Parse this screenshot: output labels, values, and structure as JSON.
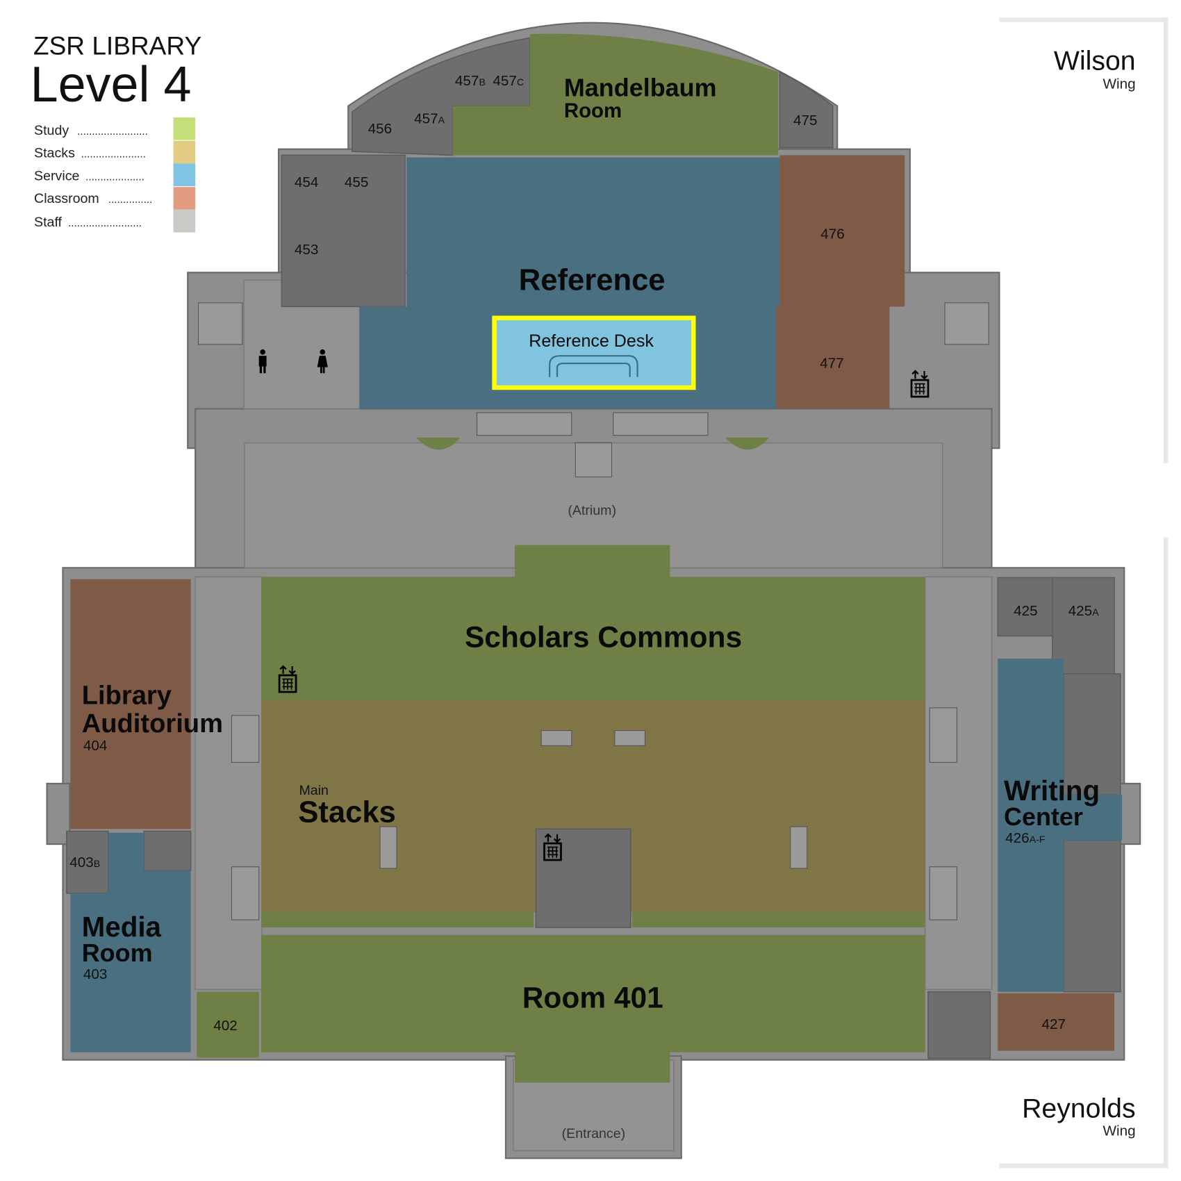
{
  "title": {
    "library": "ZSR LIBRARY",
    "level": "Level 4"
  },
  "legend": [
    {
      "label": "Study",
      "dots": "........................",
      "color": "#c5e07a"
    },
    {
      "label": "Stacks",
      "dots": "......................",
      "color": "#e1cc82"
    },
    {
      "label": "Service",
      "dots": "....................",
      "color": "#7fc4e3"
    },
    {
      "label": "Classroom",
      "dots": "...............",
      "color": "#e39c80"
    },
    {
      "label": "Staff",
      "dots": ".........................",
      "color": "#cbc9c6"
    }
  ],
  "wings": {
    "wilson": {
      "name": "Wilson",
      "sub": "Wing"
    },
    "reynolds": {
      "name": "Reynolds",
      "sub": "Wing"
    }
  },
  "rooms": {
    "mandelbaum": {
      "line1": "Mandelbaum",
      "line2": "Room"
    },
    "reference": "Reference",
    "reference_desk": "Reference Desk",
    "atrium": "(Atrium)",
    "scholars_commons": "Scholars Commons",
    "main_stacks": {
      "small": "Main",
      "big": "Stacks"
    },
    "room_401": "Room 401",
    "entrance": "(Entrance)",
    "library_auditorium": {
      "line1": "Library",
      "line2": "Auditorium",
      "number": "404"
    },
    "media_room": {
      "line1": "Media",
      "line2": "Room",
      "number": "403"
    },
    "writing_center": {
      "line1": "Writing",
      "line2": "Center",
      "number": "426",
      "suffix": "A-F"
    },
    "r456": "456",
    "r457a": {
      "n": "457",
      "s": "A"
    },
    "r457b": {
      "n": "457",
      "s": "B"
    },
    "r457c": {
      "n": "457",
      "s": "C"
    },
    "r475": "475",
    "r454": "454",
    "r455": "455",
    "r453": "453",
    "r476": "476",
    "r477": "477",
    "r425": "425",
    "r425a": {
      "n": "425",
      "s": "A"
    },
    "r427": "427",
    "r402": "402",
    "r403b": {
      "n": "403",
      "s": "B"
    }
  },
  "colors": {
    "study_map": "#6f8046",
    "stacks_map": "#7f7546",
    "service_map": "#4a6f80",
    "classroom_map": "#7f5a47",
    "staff_map": "#6e6e6e",
    "desk_highlight": "#ffff00",
    "desk_fill": "#80c4e0"
  }
}
